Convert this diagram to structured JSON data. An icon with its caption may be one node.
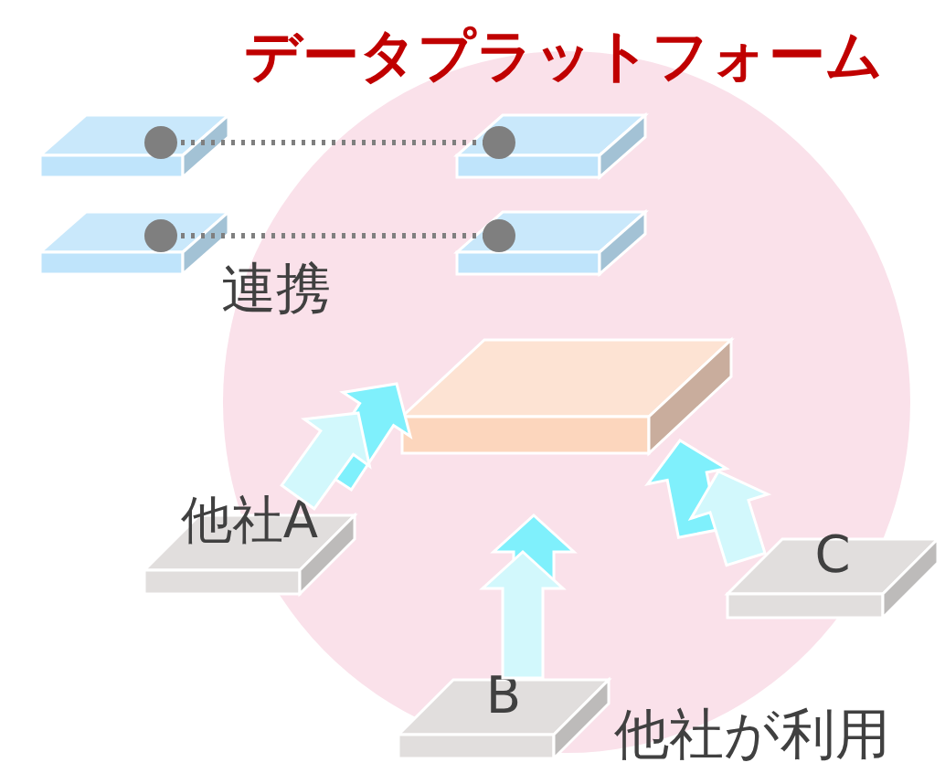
{
  "diagram": {
    "title": "データプラットフォーム",
    "nodes": [
      {
        "text": [],
        "shape": "box"
      },
      {
        "text": [],
        "shape": "box"
      },
      {
        "text": [],
        "shape": "box"
      },
      {
        "text": [],
        "shape": "box"
      },
      {
        "text": [],
        "shape": "box"
      },
      {
        "text": [
          "他社A"
        ]
      },
      {
        "text": [
          "B"
        ]
      },
      {
        "text": [
          "C"
        ]
      }
    ],
    "edges": [
      {
        "from": 0,
        "to": 1,
        "arrow": "other",
        "style": "dashed"
      },
      {
        "from": 2,
        "to": 3,
        "arrow": "other",
        "style": "dashed"
      },
      {
        "from": 5,
        "to": 4,
        "arrow": "to",
        "style": "thick",
        "color": "#7ff0fc"
      },
      {
        "from": 5,
        "to": 4,
        "arrow": "to",
        "style": "thick",
        "color": "#d2f8fc"
      },
      {
        "from": 6,
        "to": 4,
        "arrow": "to",
        "style": "thick",
        "color": "#7ff0fc"
      },
      {
        "from": 6,
        "to": 4,
        "arrow": "to",
        "style": "thick",
        "color": "#d2f8fc"
      },
      {
        "from": 7,
        "to": 4,
        "arrow": "to",
        "style": "thick",
        "color": "#7ff0fc"
      },
      {
        "from": 7,
        "to": 4,
        "arrow": "to",
        "style": "thick",
        "color": "#d2f8fc"
      }
    ],
    "labels": [
      "連携",
      "他社が利用"
    ]
  }
}
